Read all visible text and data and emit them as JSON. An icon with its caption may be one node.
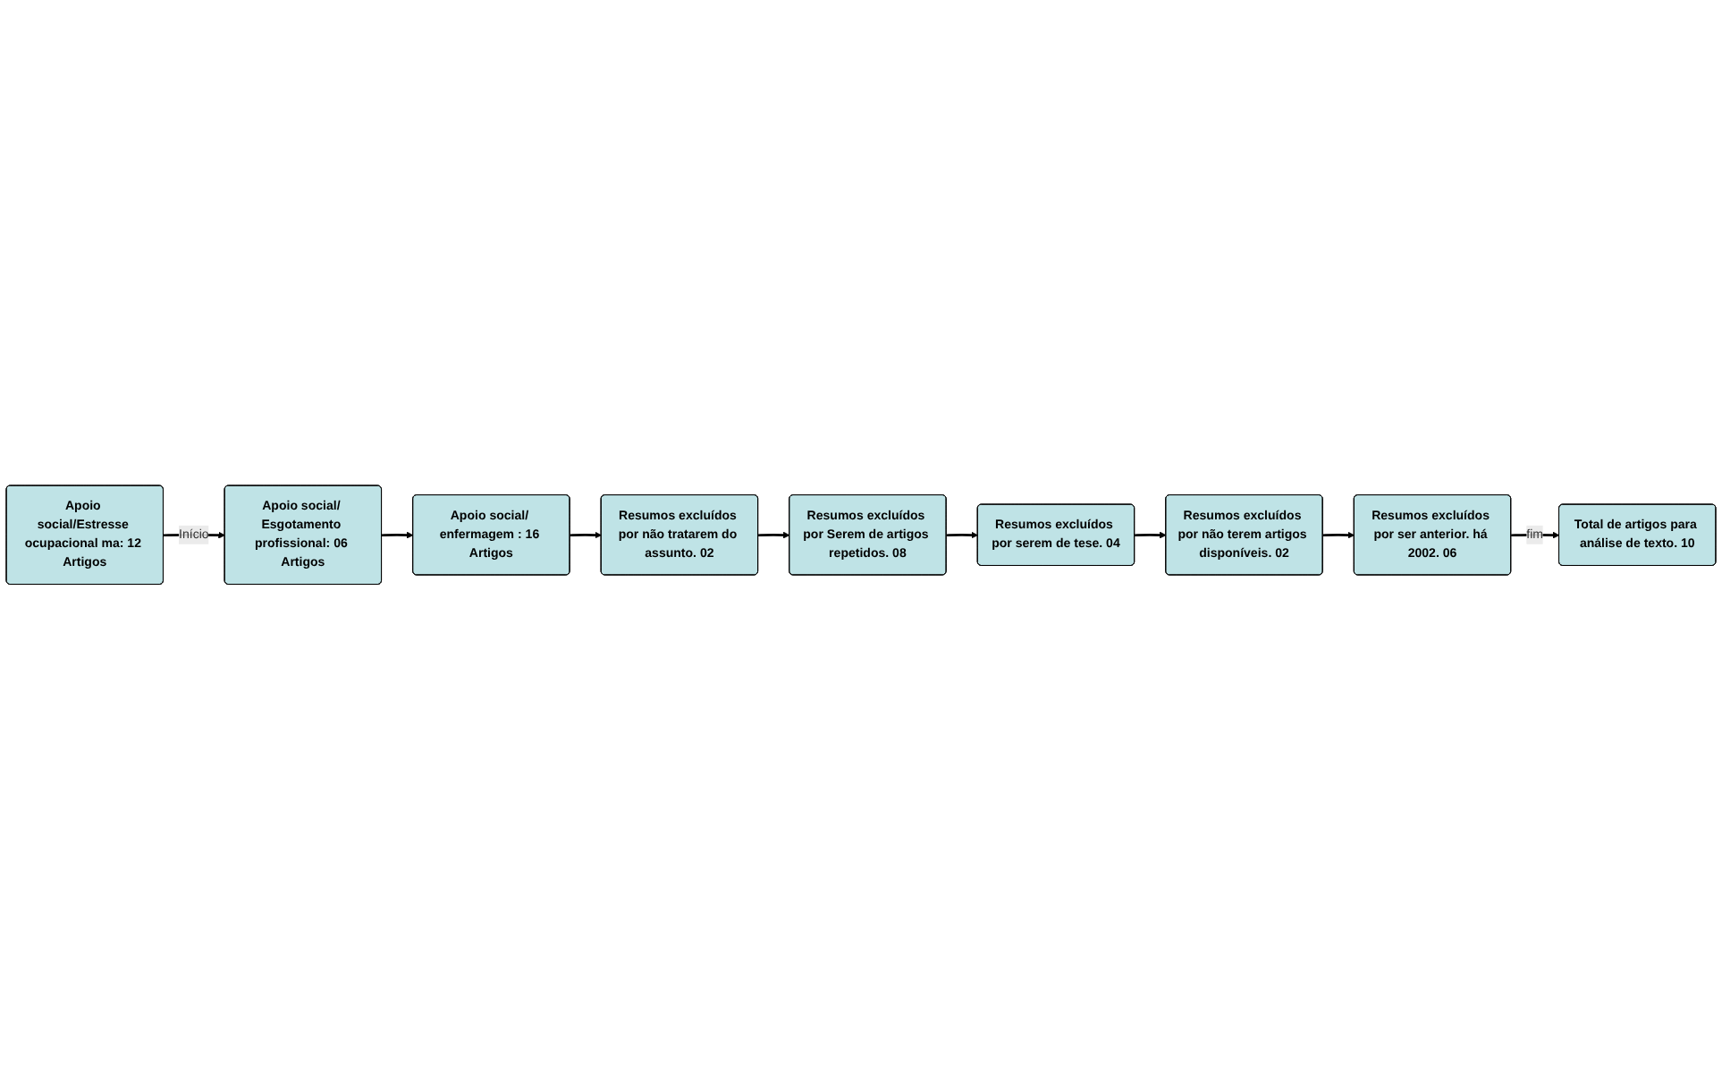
{
  "diagram": {
    "nodes": [
      {
        "text": [
          "Apoio social/Estresse ocupacional ma: 12 Artigos"
        ]
      },
      {
        "text": [
          "Apoio social/ Esgotamento profissional: 06 Artigos"
        ]
      },
      {
        "text": [
          "Apoio social/ enfermagem : 16 Artigos"
        ]
      },
      {
        "text": [
          "Resumos excluídos por serem de tese. 04"
        ]
      },
      {
        "text": [
          "Resumos excluídos por Serem de artigos repetidos. 08"
        ]
      },
      {
        "text": [
          "Resumos excluídos por não tratarem do assunto. 02"
        ]
      },
      {
        "text": [
          "Resumos excluídos por não terem artigos disponíveis. 02"
        ]
      },
      {
        "text": [
          "Resumos excluídos por ser anterior. há 2002. 06"
        ]
      },
      {
        "text": [
          "Total de artigos para análise de texto. 10"
        ]
      }
    ],
    "edges": [
      {
        "from": 0,
        "to": 1,
        "arrow": "to",
        "label": "Início"
      },
      {
        "from": 1,
        "to": 2,
        "arrow": "to"
      },
      {
        "from": 2,
        "to": 5,
        "arrow": "to"
      },
      {
        "from": 5,
        "to": 4,
        "arrow": "to"
      },
      {
        "from": 4,
        "to": 3,
        "arrow": "to"
      },
      {
        "from": 3,
        "to": 6,
        "arrow": "to"
      },
      {
        "from": 6,
        "to": 7,
        "arrow": "to"
      },
      {
        "from": 7,
        "to": 8,
        "arrow": "to",
        "label": "fim"
      }
    ]
  }
}
